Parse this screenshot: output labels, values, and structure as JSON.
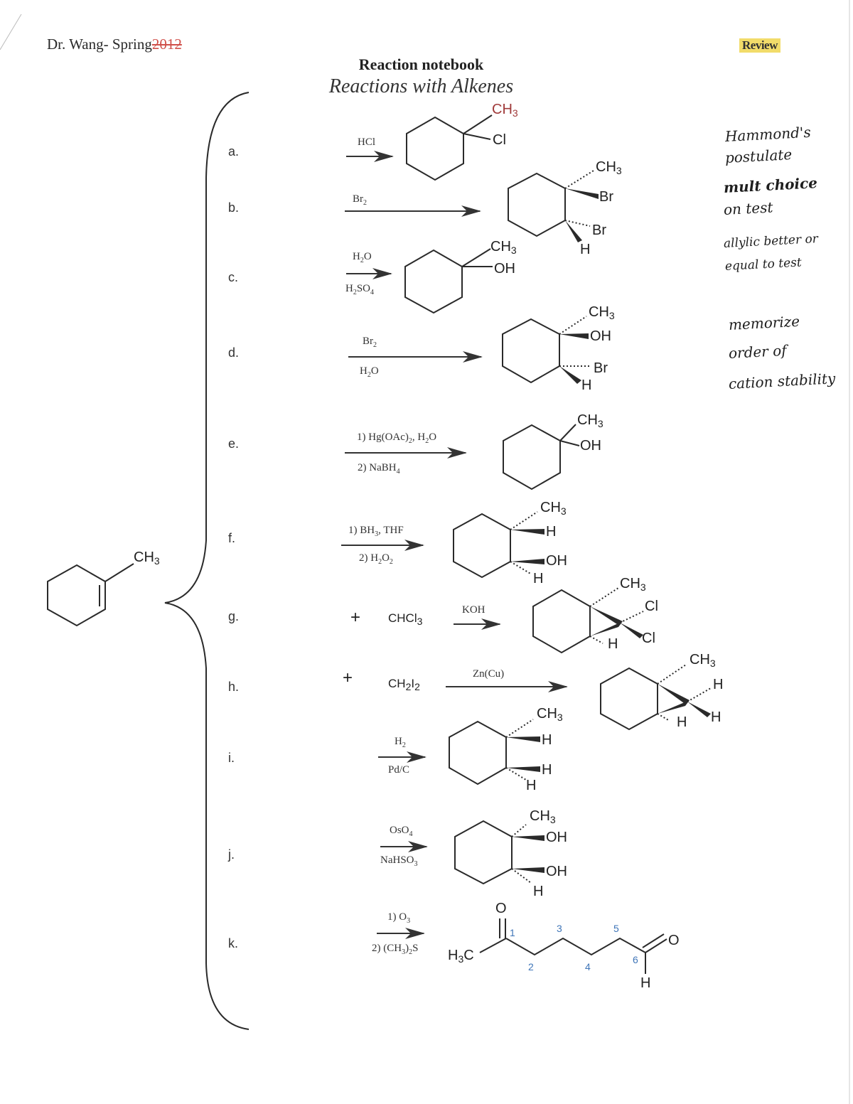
{
  "header": {
    "author": "Dr. Wang- Spring",
    "struck_year": "2012",
    "right_tag": "Review"
  },
  "title": {
    "main": "Reaction notebook",
    "subtitle": "Reactions with Alkenes"
  },
  "starting_material": {
    "name": "1-methylcyclohexene",
    "substituent": "CH3"
  },
  "reactions": [
    {
      "label": "a.",
      "reagents_above": "HCl",
      "reagents_below": "",
      "product_labels": [
        "CH3",
        "Cl"
      ]
    },
    {
      "label": "b.",
      "reagents_above": "Br2",
      "reagents_below": "",
      "product_labels": [
        "CH3",
        "Br",
        "Br",
        "H"
      ]
    },
    {
      "label": "c.",
      "reagents_above": "H2O",
      "reagents_below": "H2SO4",
      "product_labels": [
        "CH3",
        "OH"
      ]
    },
    {
      "label": "d.",
      "reagents_above": "Br2",
      "reagents_below": "H2O",
      "product_labels": [
        "CH3",
        "OH",
        "Br",
        "H"
      ]
    },
    {
      "label": "e.",
      "reagents_above": "1) Hg(OAc)2, H2O",
      "reagents_below": "2) NaBH4",
      "product_labels": [
        "CH3",
        "OH"
      ]
    },
    {
      "label": "f.",
      "reagents_above": "1) BH3, THF",
      "reagents_below": "2) H2O2",
      "product_labels": [
        "CH3",
        "H",
        "OH",
        "H"
      ]
    },
    {
      "label": "g.",
      "co_reactant": "CHCl3",
      "reagents_above": "KOH",
      "reagents_below": "",
      "product_labels": [
        "CH3",
        "Cl",
        "Cl",
        "H"
      ]
    },
    {
      "label": "h.",
      "co_reactant": "CH2I2",
      "reagents_above": "Zn(Cu)",
      "reagents_below": "",
      "product_labels": [
        "CH3",
        "H",
        "H",
        "H"
      ]
    },
    {
      "label": "i.",
      "reagents_above": "H2",
      "reagents_below": "Pd/C",
      "product_labels": [
        "CH3",
        "H",
        "H",
        "H"
      ]
    },
    {
      "label": "j.",
      "reagents_above": "OsO4",
      "reagents_below": "NaHSO3",
      "product_labels": [
        "CH3",
        "OH",
        "OH",
        "H"
      ]
    },
    {
      "label": "k.",
      "reagents_above": "1) O3",
      "reagents_below": "2) (CH3)2S",
      "product_labels": [
        "O",
        "H3C",
        "O",
        "H"
      ],
      "carbon_numbers": [
        "1",
        "2",
        "3",
        "4",
        "5",
        "6"
      ]
    }
  ],
  "plus_sign": "+",
  "handwritten_notes": [
    "Hammond's",
    "postulate",
    "mult choice",
    "on test",
    "allylic better or",
    "equal to test",
    "memorize",
    "order of",
    "cation stability"
  ],
  "colors": {
    "strike_red": "#d0504a",
    "highlight_yellow": "#f2dc6a",
    "methyl_red": "#a03a3a",
    "numbering_blue": "#3f75b8"
  }
}
